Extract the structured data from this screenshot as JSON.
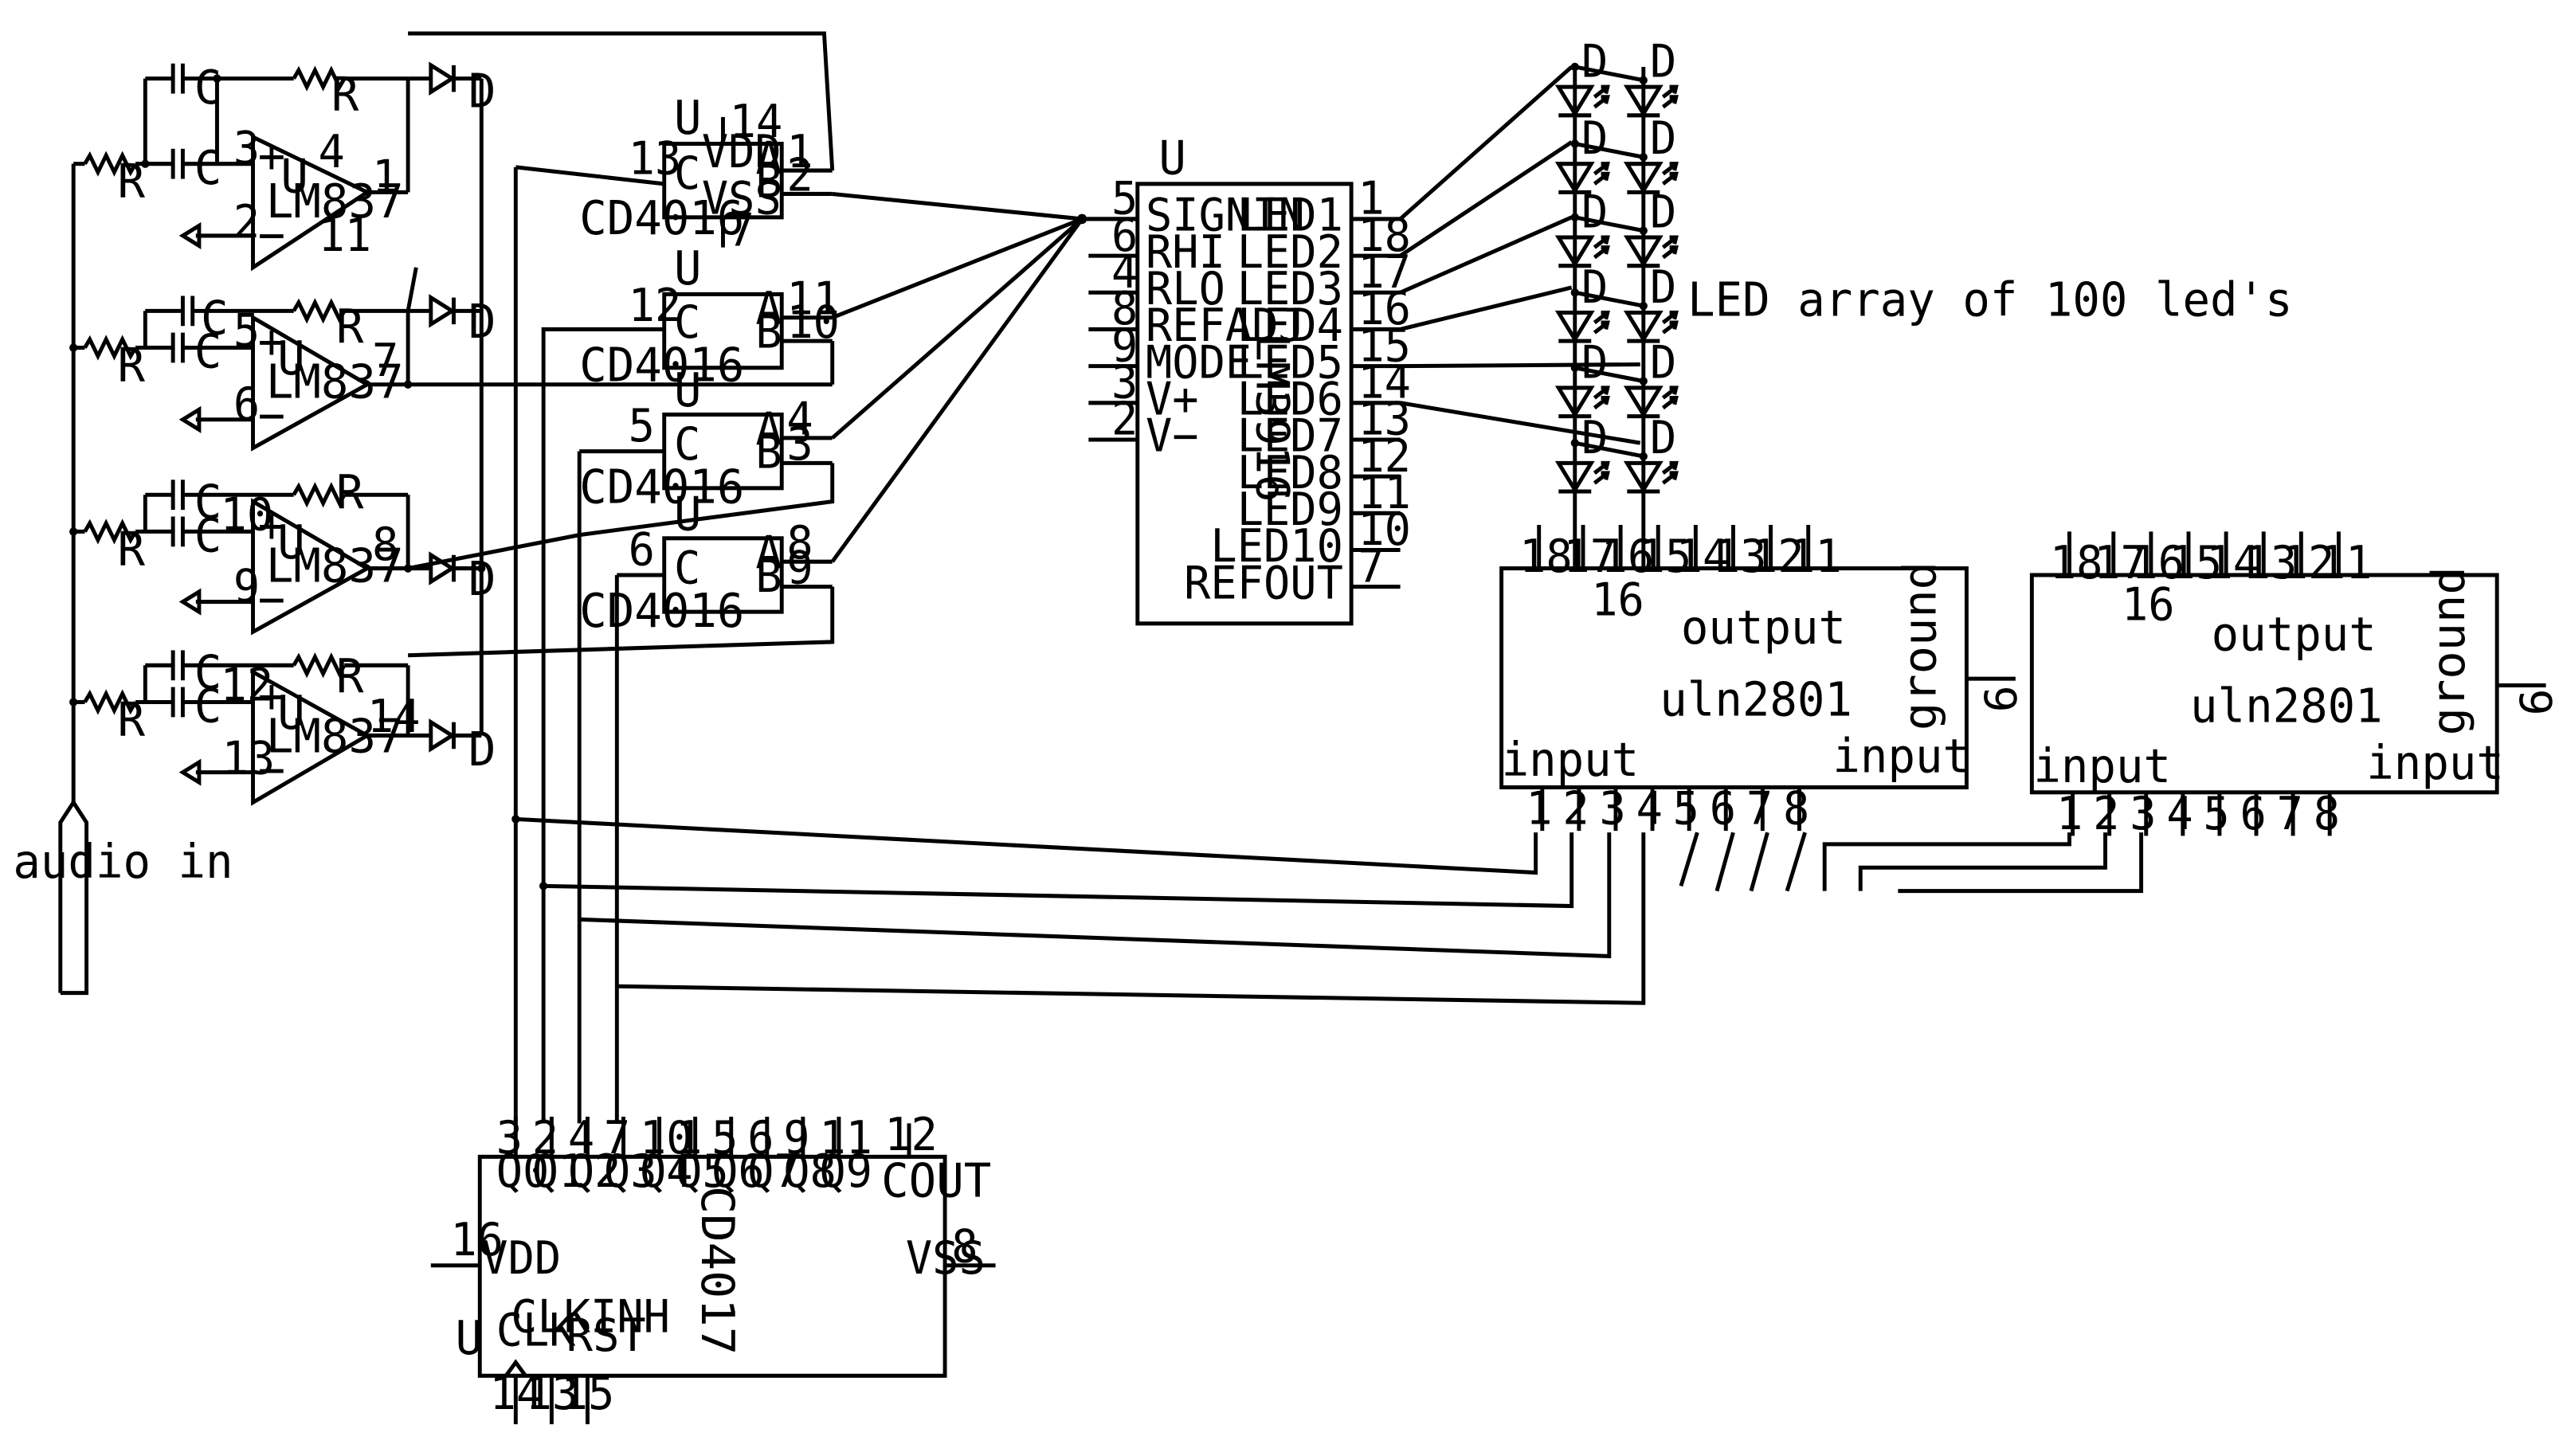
{
  "labels": {
    "audio_in": "audio in",
    "led_array": "LED array of 100 led's",
    "amp_part": "LM837",
    "switch_part": "CD4016",
    "driver_part": "LM3916",
    "counter_part": "CD4017",
    "array_driver_part": "uln2801",
    "unit": "U",
    "resistor": "R",
    "capacitor": "C",
    "diode": "D",
    "plus": "+",
    "minus": "−"
  },
  "opamps": [
    {
      "in_plus": "3",
      "in_minus": "2",
      "out": "1",
      "vpos": "4",
      "vneg": "11"
    },
    {
      "in_plus": "5",
      "in_minus": "6",
      "out": "7",
      "vpos": "",
      "vneg": ""
    },
    {
      "in_plus": "10",
      "in_minus": "9",
      "out": "8",
      "vpos": "",
      "vneg": ""
    },
    {
      "in_plus": "12",
      "in_minus": "13",
      "out": "14",
      "vpos": "",
      "vneg": ""
    }
  ],
  "switches": [
    {
      "ctrl_pin": "13",
      "ctrl": "C",
      "a": "A",
      "b": "B",
      "pin_a": "1",
      "pin_b": "2",
      "vdd": "VDD",
      "vss": "VSS",
      "pin_vdd": "14",
      "pin_vss": "7"
    },
    {
      "ctrl_pin": "12",
      "ctrl": "C",
      "a": "A",
      "b": "B",
      "pin_a": "11",
      "pin_b": "10"
    },
    {
      "ctrl_pin": "5",
      "ctrl": "C",
      "a": "A",
      "b": "B",
      "pin_a": "4",
      "pin_b": "3"
    },
    {
      "ctrl_pin": "6",
      "ctrl": "C",
      "a": "A",
      "b": "B",
      "pin_a": "8",
      "pin_b": "9"
    }
  ],
  "lm3916": {
    "left_pins": [
      {
        "num": "5",
        "name": "SIGNIN"
      },
      {
        "num": "6",
        "name": "RHI"
      },
      {
        "num": "4",
        "name": "RLO"
      },
      {
        "num": "8",
        "name": "REFADJ"
      },
      {
        "num": "9",
        "name": "MODE"
      },
      {
        "num": "3",
        "name": "V+"
      },
      {
        "num": "2",
        "name": "V−"
      }
    ],
    "right_pins": [
      {
        "num": "1",
        "name": "LED1"
      },
      {
        "num": "18",
        "name": "LED2"
      },
      {
        "num": "17",
        "name": "LED3"
      },
      {
        "num": "16",
        "name": "LED4"
      },
      {
        "num": "15",
        "name": "LED5"
      },
      {
        "num": "14",
        "name": "LED6"
      },
      {
        "num": "13",
        "name": "LED7"
      },
      {
        "num": "12",
        "name": "LED8"
      },
      {
        "num": "11",
        "name": "LED9"
      },
      {
        "num": "10",
        "name": "LED10"
      },
      {
        "num": "7",
        "name": "REFOUT"
      }
    ]
  },
  "uln2801": {
    "top_pins": [
      "18",
      "17",
      "16",
      "15",
      "14",
      "13",
      "12",
      "11"
    ],
    "bottom_pins": [
      "1",
      "2",
      "3",
      "4",
      "5",
      "6",
      "7",
      "8"
    ],
    "extra_pin": "16",
    "ground_pin": "9",
    "output": "output",
    "input": "input",
    "ground": "ground"
  },
  "cd4017": {
    "top_pin_nums": [
      "3",
      "2",
      "4",
      "7",
      "10",
      "1",
      "5",
      "6",
      "9",
      "11",
      "12"
    ],
    "top_pin_names": [
      "Q0",
      "Q1",
      "Q2",
      "Q3",
      "Q4",
      "Q5",
      "Q6",
      "Q7",
      "Q8",
      "Q9",
      "COUT"
    ],
    "vdd": "VDD",
    "pin_vdd": "16",
    "vss": "VSS",
    "pin_vss": "8",
    "clkinh": "CLKINH",
    "clk": "CLK",
    "rst": "RST",
    "bottom_pins": [
      "14",
      "13",
      "15"
    ]
  }
}
